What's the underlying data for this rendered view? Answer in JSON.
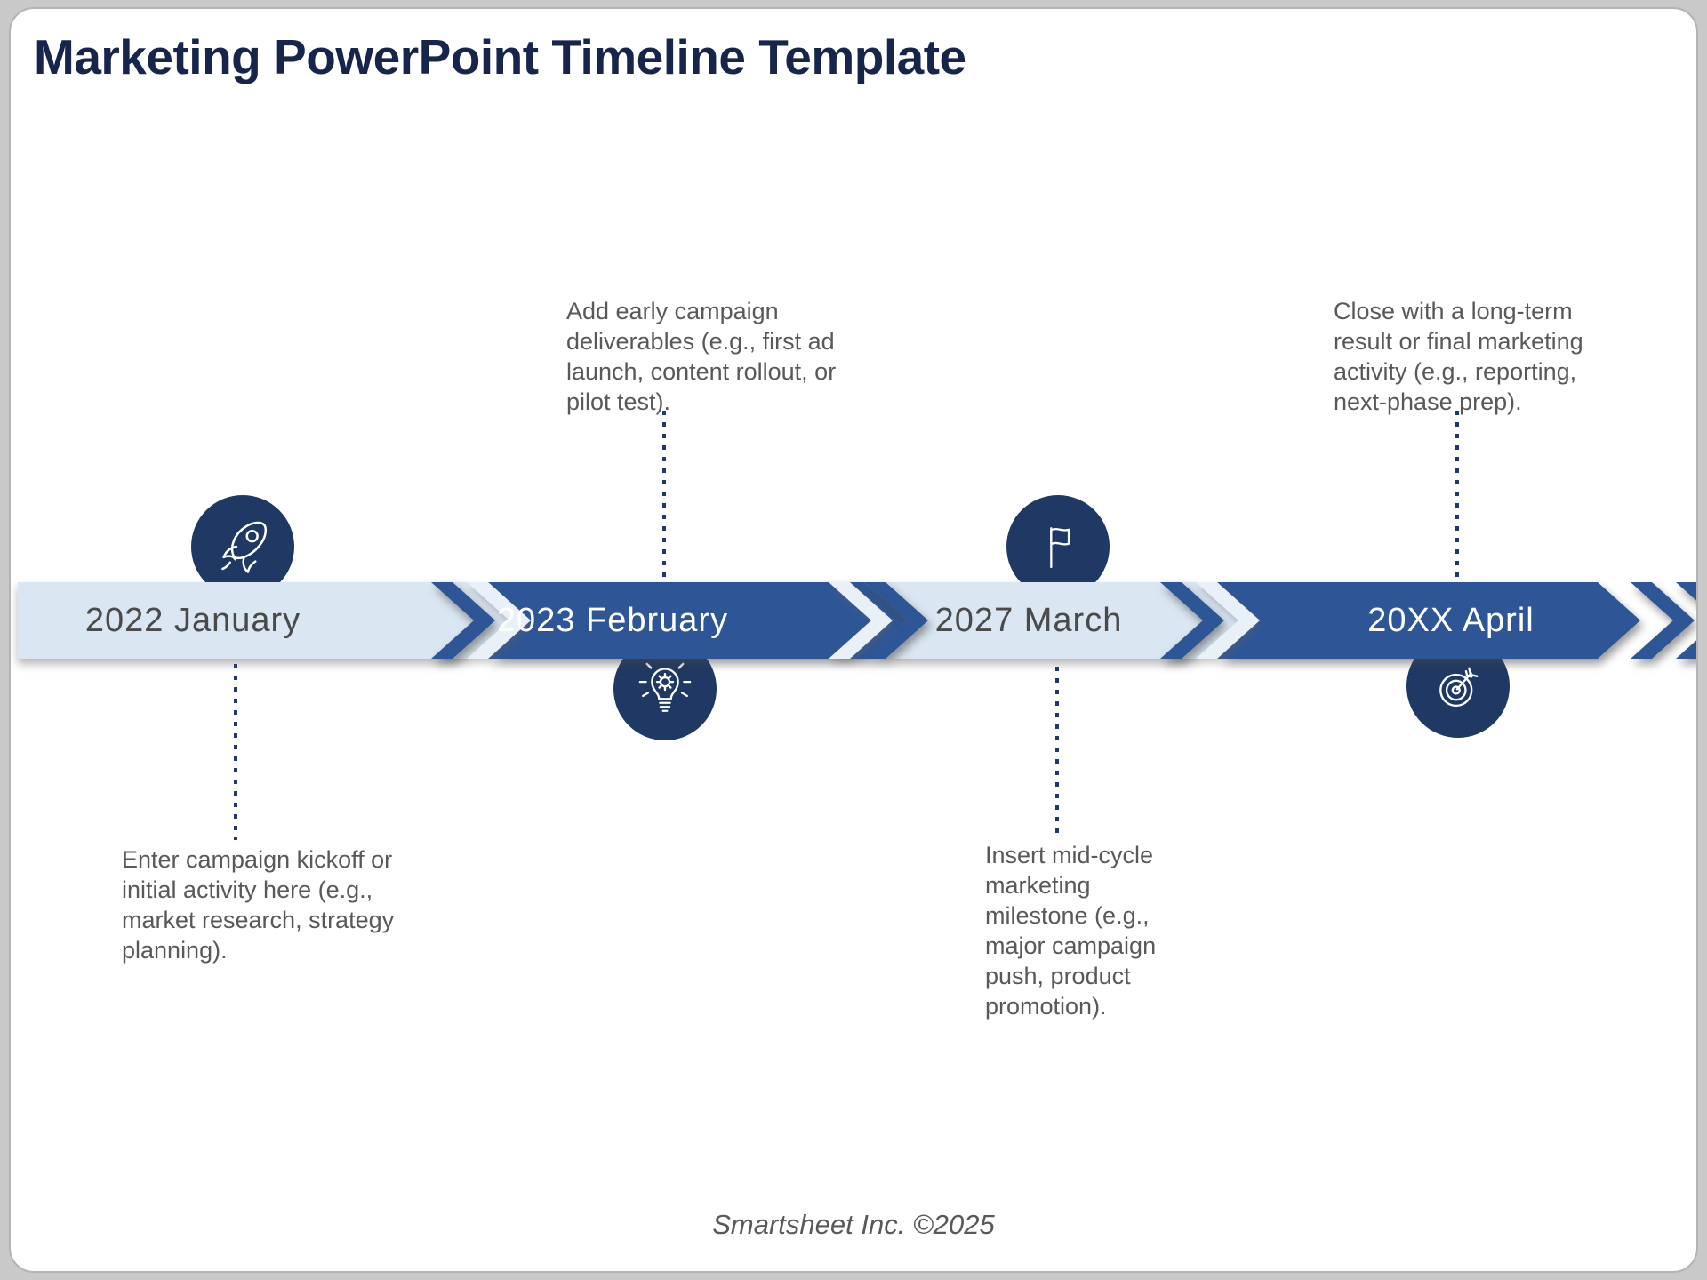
{
  "page": {
    "title": "Marketing PowerPoint Timeline Template",
    "footer": "Smartsheet Inc. ©2025"
  },
  "colors": {
    "dark_segment": "#2e5596",
    "light_segment": "#dae6f2",
    "pale_chevron": "#e9f0f8",
    "icon_circle": "#1f3864",
    "title_text": "#17254d",
    "note_text": "#595959",
    "dotted_connector": "#203864",
    "page_background": "#c9c9c9"
  },
  "timeline": {
    "milestones": [
      {
        "label": "2022 January",
        "segment_style": "light",
        "icon": "rocket-icon",
        "icon_position": "above-bar",
        "note": "Enter campaign kickoff or initial activity here (e.g., market research, strategy planning).",
        "note_position": "below-bar"
      },
      {
        "label": "2023 February",
        "segment_style": "dark",
        "icon": "lightbulb-gear-icon",
        "icon_position": "below-bar",
        "note": "Add early campaign deliverables (e.g., first ad launch, content rollout, or pilot test).",
        "note_position": "above-bar"
      },
      {
        "label": "2027 March",
        "segment_style": "light",
        "icon": "flag-icon",
        "icon_position": "above-bar",
        "note": "Insert mid-cycle marketing milestone (e.g., major campaign push, product promotion).",
        "note_position": "below-bar"
      },
      {
        "label": "20XX April",
        "segment_style": "dark",
        "icon": "target-icon",
        "icon_position": "below-bar",
        "note": "Close with a long-term result or final marketing activity (e.g., reporting, next-phase prep).",
        "note_position": "above-bar"
      }
    ]
  }
}
